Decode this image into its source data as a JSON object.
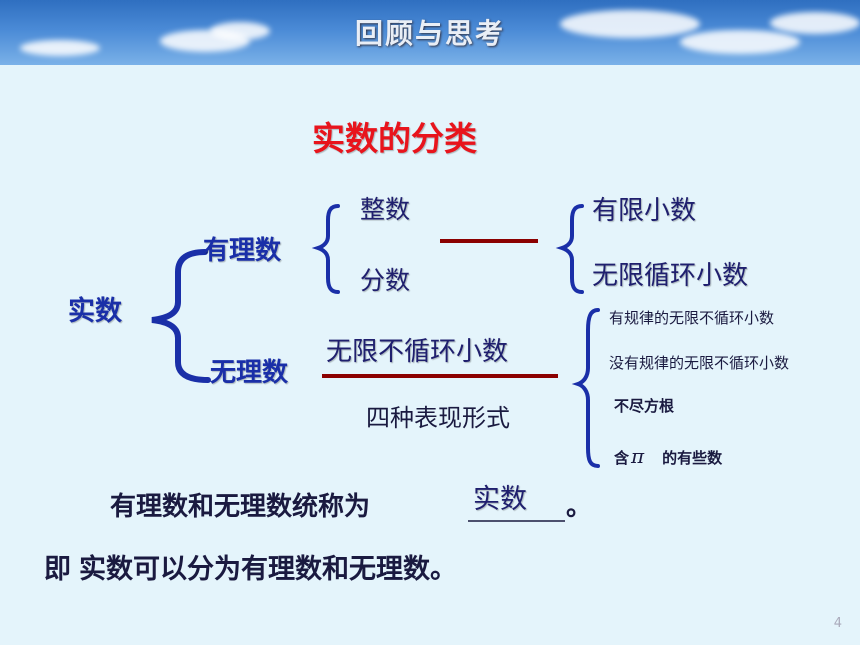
{
  "header": {
    "title": "回顾与思考"
  },
  "slide": {
    "title": "实数的分类",
    "root": "实数",
    "rational": "有理数",
    "irrational": "无理数",
    "integer": "整数",
    "fraction": "分数",
    "finite_decimal": "有限小数",
    "infinite_repeating": "无限循环小数",
    "infinite_nonrepeating": "无限不循环小数",
    "four_forms": "四种表现形式",
    "forms": {
      "form1": "有规律的无限不循环小数",
      "form2": "没有规律的无限不循环小数",
      "form3": "不尽方根",
      "form4_prefix": "含",
      "form4_symbol": "π",
      "form4_suffix": "的有些数"
    },
    "statement1_text": "有理数和无理数统称为",
    "statement1_answer": "实数",
    "statement1_end": "。",
    "statement2_prefix": "即",
    "statement2_text": "实数可以分为有理数和无理数。"
  },
  "page_number": "4",
  "colors": {
    "brace": "#1a2fa8",
    "connector": "#8b0000",
    "title": "#e8141c"
  }
}
